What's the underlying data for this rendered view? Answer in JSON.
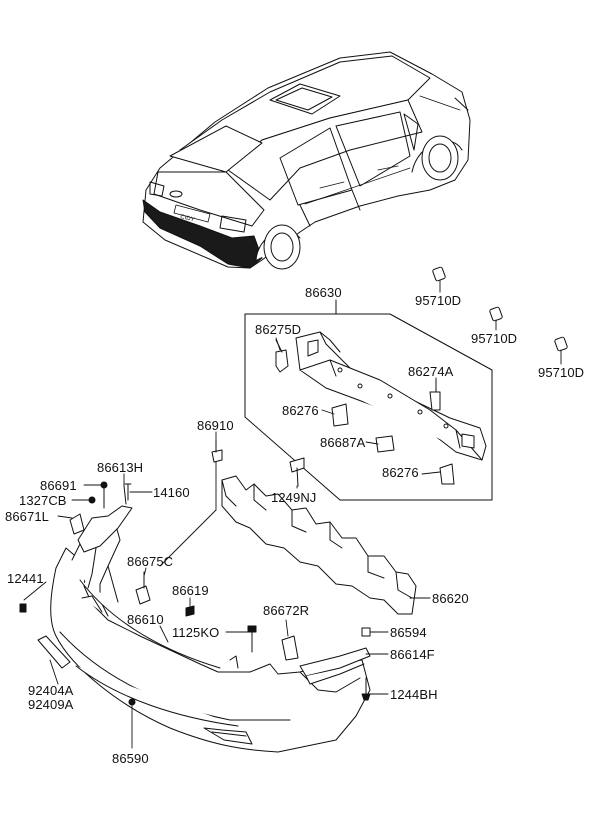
{
  "diagram": {
    "parts": {
      "p86630": "86630",
      "p95710D_1": "95710D",
      "p95710D_2": "95710D",
      "p95710D_3": "95710D",
      "p86275D": "86275D",
      "p86274A": "86274A",
      "p86276_1": "86276",
      "p86276_2": "86276",
      "p86687A": "86687A",
      "p86910": "86910",
      "p86613H": "86613H",
      "p86691": "86691",
      "p14160": "14160",
      "p1327CB": "1327CB",
      "p86671L": "86671L",
      "p1249NJ": "1249NJ",
      "p86675C": "86675C",
      "p12441": "12441",
      "p86619": "86619",
      "p86620": "86620",
      "p86610": "86610",
      "p1125KO": "1125KO",
      "p86672R": "86672R",
      "p86594": "86594",
      "p86614F": "86614F",
      "p92404A": "92404A",
      "p92409A": "92409A",
      "p1244BH": "1244BH",
      "p86590": "86590"
    },
    "colors": {
      "line": "#111111",
      "fill": "#ffffff",
      "shade": "#1a1a1a"
    }
  }
}
